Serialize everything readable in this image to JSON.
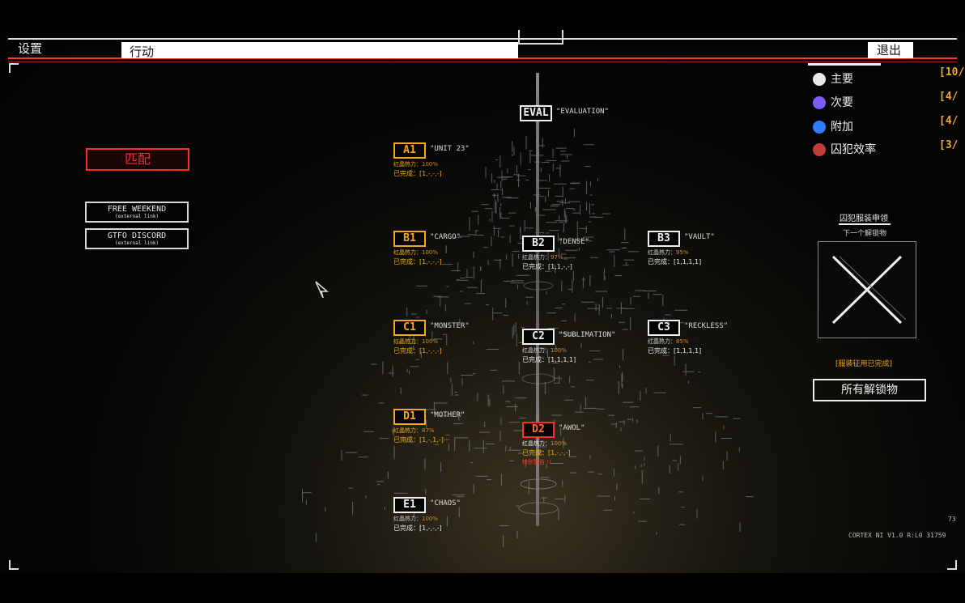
{
  "topbar": {
    "settings": "设置",
    "action": "行动",
    "exit": "退出"
  },
  "left_menu": {
    "match": "匹配",
    "free_weekend": {
      "title": "FREE WEEKEND",
      "sub": "(external link)"
    },
    "gtfo_discord": {
      "title": "GTFO DISCORD",
      "sub": "(external link)"
    }
  },
  "eval": {
    "badge": "EVAL",
    "name": "\"EVALUATION\""
  },
  "heat_label": "红晶热力：",
  "done_label": "已完成：",
  "tiers": {
    "A1": {
      "badge": "A1",
      "name": "\"UNIT 23\"",
      "heat": "100%",
      "done": "[1,-,-,-]"
    },
    "B1": {
      "badge": "B1",
      "name": "\"CARGO\"",
      "heat": "100%",
      "done": "[1,-,-,-]"
    },
    "B2": {
      "badge": "B2",
      "name": "\"DENSE\"",
      "heat": "97%",
      "done": "[1,1,-,-]"
    },
    "B3": {
      "badge": "B3",
      "name": "\"VAULT\"",
      "heat": "95%",
      "done": "[1,1,1,1]"
    },
    "C1": {
      "badge": "C1",
      "name": "\"MONSTER\"",
      "heat": "100%",
      "done": "[1,-,-,-]"
    },
    "C2": {
      "badge": "C2",
      "name": "\"SUBLIMATION\"",
      "heat": "100%",
      "done": "[1,1,1,1]"
    },
    "C3": {
      "badge": "C3",
      "name": "\"RECKLESS\"",
      "heat": "85%",
      "done": "[1,1,1,1]"
    },
    "D1": {
      "badge": "D1",
      "name": "\"MOTHER\"",
      "heat": "87%",
      "done": "[1,-,1,-]"
    },
    "D2": {
      "badge": "D2",
      "name": "\"AWOL\"",
      "heat": "100%",
      "done": "[1,-,-,-]",
      "warn": "特别警告 !!"
    },
    "E1": {
      "badge": "E1",
      "name": "\"CHAOS\"",
      "heat": "100%",
      "done": "[1,-,-,-]"
    }
  },
  "objectives": [
    {
      "label": "主要",
      "value": "[10/",
      "color": "#e8e8e8"
    },
    {
      "label": "次要",
      "value": "[4/",
      "color": "#7a5cff"
    },
    {
      "label": "附加",
      "value": "[4/",
      "color": "#2f7cff"
    },
    {
      "label": "囚犯效率",
      "value": "[3/",
      "color": "#c23a3a"
    }
  ],
  "unlock": {
    "title": "囚犯服装申领",
    "subtitle": "下一个解锁物",
    "status": "[服装征用已完成]",
    "all_button": "所有解锁物"
  },
  "footer": {
    "number": "73",
    "version": "CORTEX NI V1.0 R:L0 31759"
  },
  "colors": {
    "accent_red": "#ff3a30",
    "accent_orange": "#f5a623"
  }
}
